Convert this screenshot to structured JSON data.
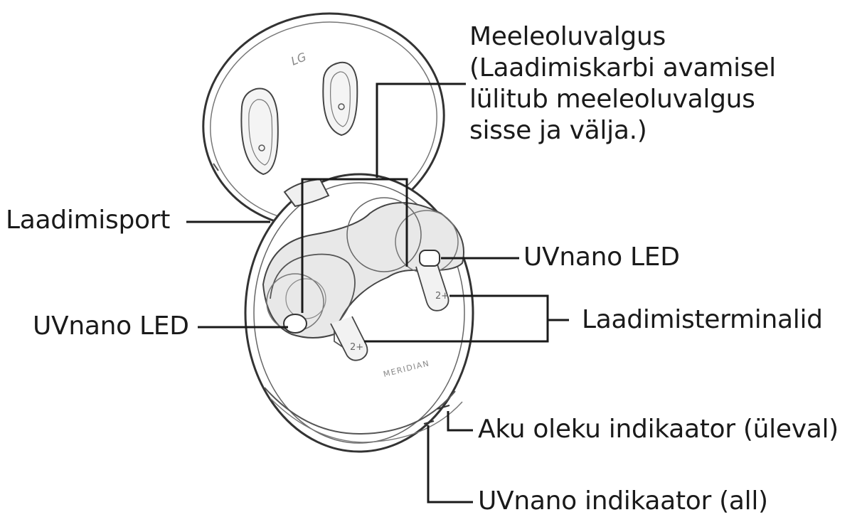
{
  "labels": {
    "mood_light": {
      "lines": [
        "Meeleoluvalgus",
        "(Laadimiskarbi avamisel",
        "lülitub meeleoluvalgus",
        "sisse ja välja.)"
      ]
    },
    "charging_port": "Laadimisport",
    "uvnano_led_right": "UVnano LED",
    "uvnano_led_left": "UVnano LED",
    "charging_terminals": "Laadimisterminalid",
    "battery_indicator": "Aku oleku indikaator (üleval)",
    "uvnano_indicator": "UVnano indikaator (all)"
  },
  "device_markings": {
    "lid_logo": "LG",
    "brand_text": "MERIDIAN",
    "left_terminal": "2+",
    "right_terminal": "2+"
  },
  "colors": {
    "line": "#1a1a1a",
    "device_outline": "#333333",
    "shade": "#e6e6e6",
    "background": "#ffffff"
  }
}
